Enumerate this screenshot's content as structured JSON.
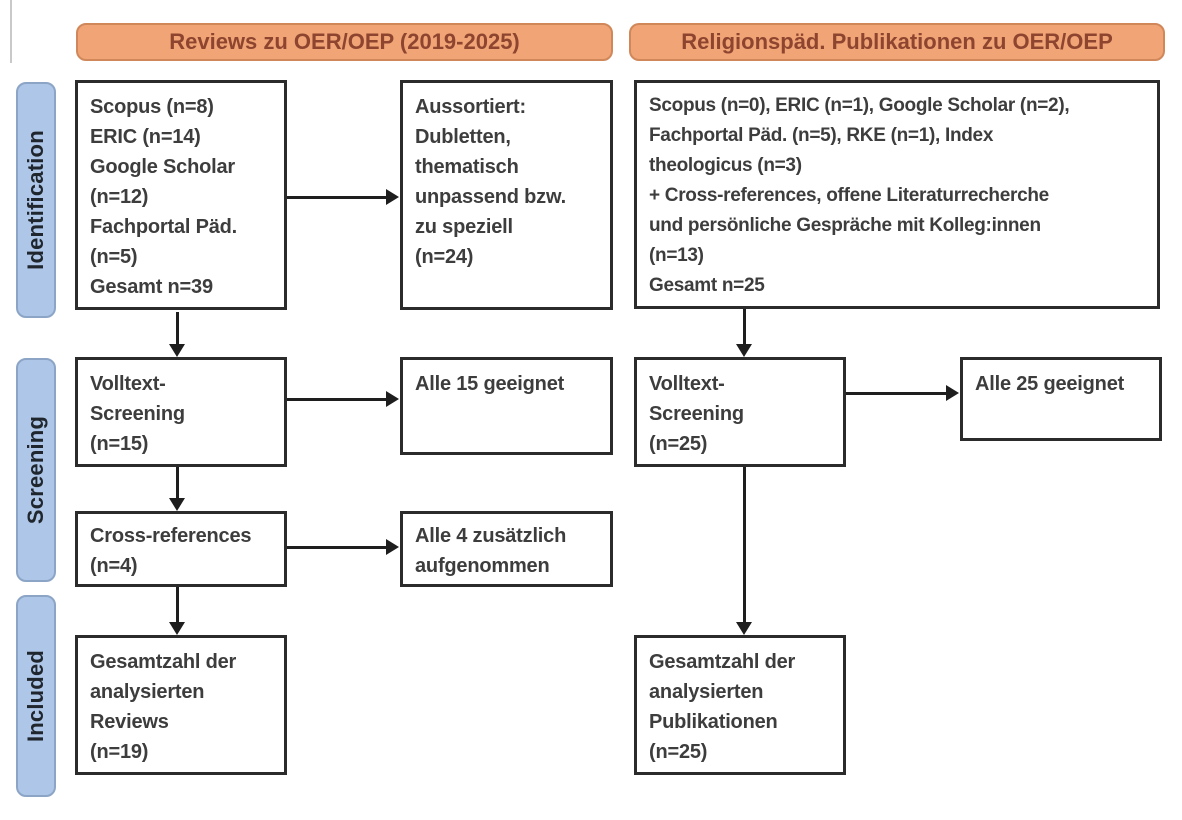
{
  "headers": {
    "left": "Reviews zu OER/OEP (2019-2025)",
    "right": "Religionspäd. Publikationen zu OER/OEP"
  },
  "stages": {
    "identification": "Identification",
    "screening": "Screening",
    "included": "Included"
  },
  "left_column": {
    "sources": "Scopus (n=8)\nERIC (n=14)\nGoogle Scholar\n(n=12)\nFachportal Päd.\n(n=5)\nGesamt n=39",
    "excluded": "Aussortiert:\nDubletten,\nthematisch\nunpassend bzw.\nzu speziell\n(n=24)",
    "fulltext": "Volltext-\nScreening\n(n=15)",
    "fulltext_result": "Alle 15 geeignet",
    "crossref": "Cross-references\n(n=4)",
    "crossref_result": "Alle 4 zusätzlich\naufgenommen",
    "total": "Gesamtzahl der\nanalysierten\nReviews\n(n=19)"
  },
  "right_column": {
    "sources": "Scopus (n=0), ERIC (n=1), Google Scholar (n=2),\nFachportal Päd. (n=5), RKE (n=1), Index\ntheologicus (n=3)\n+ Cross-references, offene Literaturrecherche\nund persönliche Gespräche mit Kolleg:innen\n(n=13)\nGesamt n=25",
    "fulltext": "Volltext-\nScreening\n(n=25)",
    "fulltext_result": "Alle 25 geeignet",
    "total": "Gesamtzahl der\nanalysierten\nPublikationen\n(n=25)"
  },
  "colors": {
    "header_fill": "#F1A475",
    "header_border": "#D0885A",
    "header_text": "#8E4530",
    "stage_fill": "#AEC6E8",
    "stage_border": "#8CA5C6",
    "stage_text": "#20262E",
    "box_border": "#2B2B2B",
    "box_text": "#3D3D3D",
    "arrow": "#1E1E1E",
    "background": "#FFFFFF"
  }
}
